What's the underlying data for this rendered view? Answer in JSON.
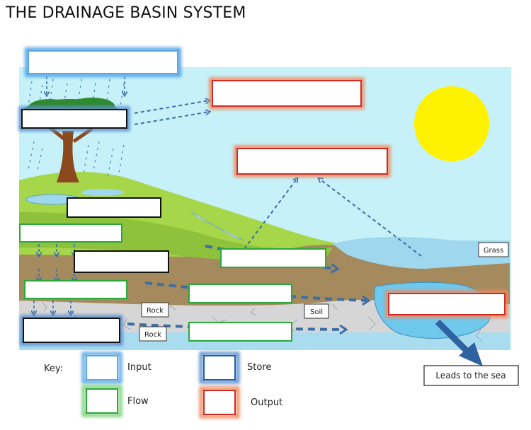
{
  "title": "THE DRAINAGE BASIN SYSTEM",
  "labels": {
    "grass": "Grass",
    "soil": "Soil",
    "rock_upper": "Rock",
    "rock_lower": "Rock",
    "sea": "Leads to the sea"
  },
  "key": {
    "heading": "Key:",
    "input": "Input",
    "store": "Store",
    "flow": "Flow",
    "output": "Output"
  },
  "colors": {
    "input": "#5aa7e6",
    "store": "#1f5fa8",
    "flow": "#2aa83a",
    "output": "#d42a22",
    "sky": "#c6f1f8",
    "sun": "#fff200",
    "hill": "#a6d64a",
    "soil": "#a48a5c",
    "rock": "#d9d9d9",
    "water": "#9fd8ee"
  },
  "icons": [
    "rain-icon",
    "tree-icon",
    "sun-icon",
    "arrow-icon"
  ]
}
